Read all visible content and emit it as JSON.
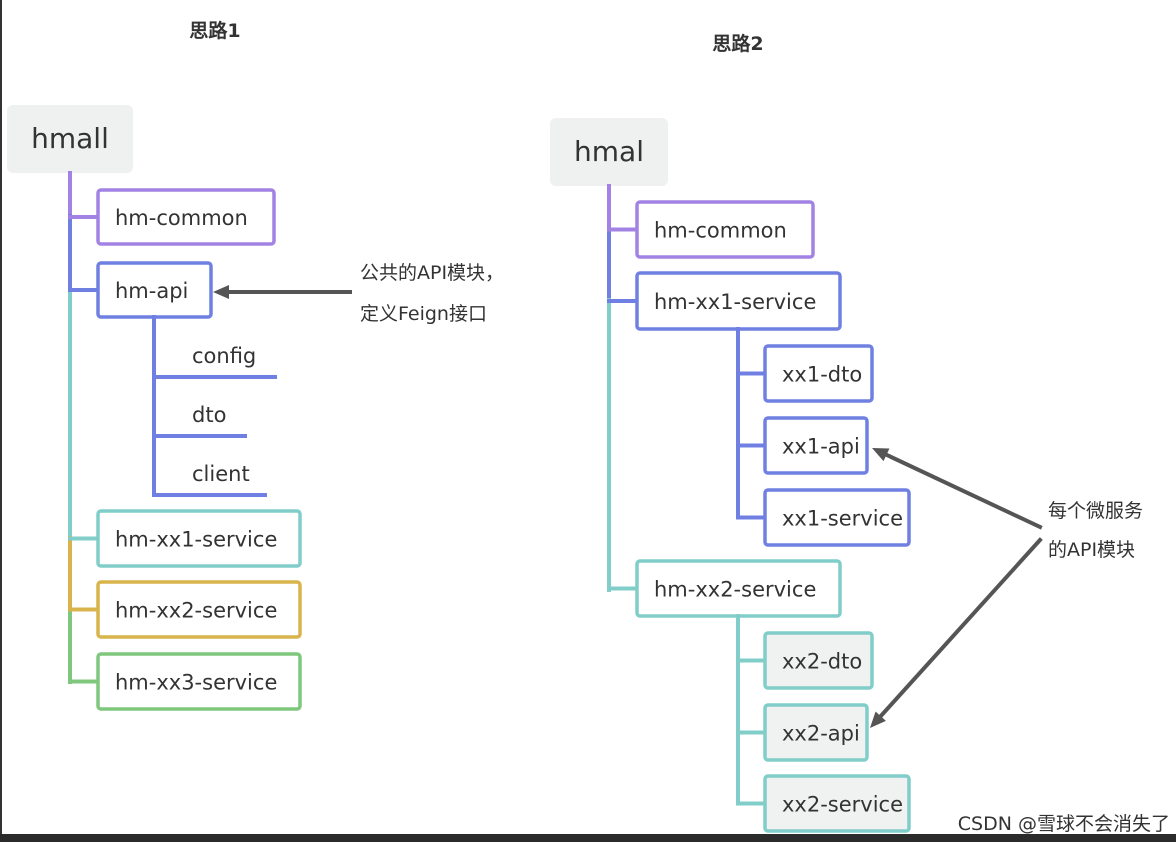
{
  "titles": {
    "left": "思路1",
    "right": "思路2"
  },
  "colors": {
    "purple": "#a283e3",
    "blue": "#6f80e2",
    "teal": "#80cdca",
    "yellow": "#d9b34c",
    "green": "#7fc77c",
    "root_fill": "#eff0f0",
    "leaf_fill": "#f0f1f1",
    "arrow": "#555555"
  },
  "left_tree": {
    "root": "hmall",
    "children": [
      {
        "label": "hm-common",
        "color": "purple"
      },
      {
        "label": "hm-api",
        "color": "blue",
        "sub_items": [
          "config",
          "dto",
          "client"
        ]
      },
      {
        "label": "hm-xx1-service",
        "color": "teal"
      },
      {
        "label": "hm-xx2-service",
        "color": "yellow"
      },
      {
        "label": "hm-xx3-service",
        "color": "green"
      }
    ],
    "annotation": [
      "公共的API模块，",
      "定义Feign接口"
    ]
  },
  "right_tree": {
    "root": "hmal",
    "children": [
      {
        "label": "hm-common",
        "color": "purple"
      },
      {
        "label": "hm-xx1-service",
        "color": "blue",
        "sub_items": [
          "xx1-dto",
          "xx1-api",
          "xx1-service"
        ]
      },
      {
        "label": "hm-xx2-service",
        "color": "teal",
        "sub_items": [
          "xx2-dto",
          "xx2-api",
          "xx2-service"
        ]
      }
    ],
    "annotation": [
      "每个微服务",
      "的API模块"
    ]
  },
  "watermark": "CSDN @雪球不会消失了"
}
